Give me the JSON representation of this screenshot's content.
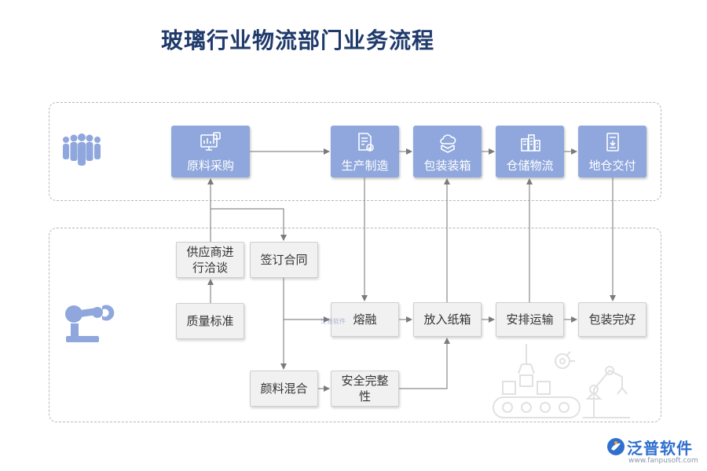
{
  "title": "玻璃行业物流部门业务流程",
  "top_row": [
    {
      "label": "原料采购",
      "icon": "monitor-chart-icon"
    },
    {
      "label": "生产制造",
      "icon": "document-check-icon"
    },
    {
      "label": "包装装箱",
      "icon": "package-cloud-icon"
    },
    {
      "label": "仓储物流",
      "icon": "warehouse-buildings-icon"
    },
    {
      "label": "地仓交付",
      "icon": "delivery-doc-icon"
    }
  ],
  "bottom_nodes": {
    "supplier": "供应商进行洽谈",
    "contract": "签订合同",
    "quality": "质量标准",
    "melt": "熔融",
    "boxing": "放入纸箱",
    "transport": "安排运输",
    "packed": "包装完好",
    "pigment": "颜料混合",
    "safety": "安全完整性"
  },
  "watermark": "泛普软件",
  "brand": {
    "name": "泛普软件",
    "url": "www.fanpusoft.com"
  },
  "colors": {
    "accent_blue": "#8fa7dc",
    "title_navy": "#1f3a6b",
    "brand_blue": "#2f6fce"
  }
}
